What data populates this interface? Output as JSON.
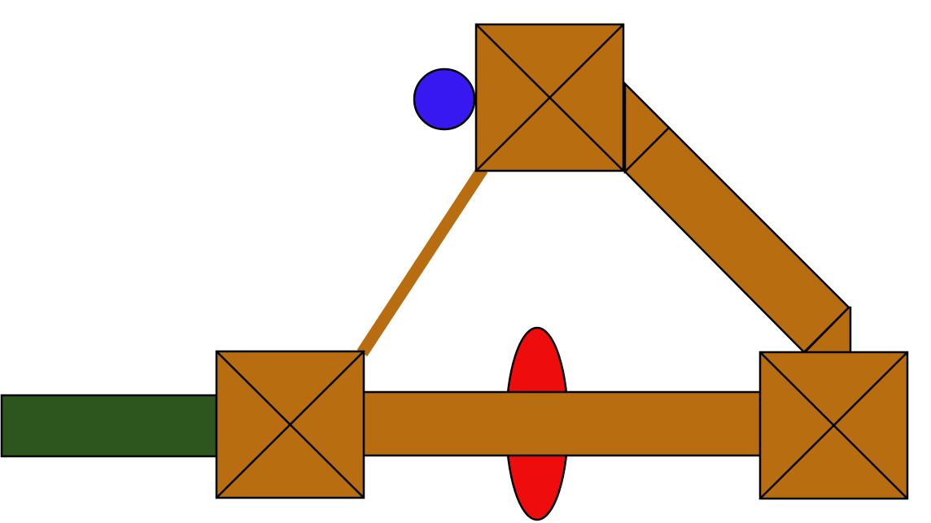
{
  "scene": {
    "type": "physics-puzzle-game",
    "background": "#ffffff"
  },
  "colors": {
    "wood": "#b86d10",
    "ground": "#2d561e",
    "ball": "#3718f0",
    "wheel": "#ee0c0c",
    "outline": "#000000"
  },
  "objects": {
    "ground_block": {
      "kind": "static-ground",
      "color": "#2d561e"
    },
    "crates": [
      {
        "id": "crate-bottom-left",
        "kind": "wooden-crate",
        "mark": "x-cross"
      },
      {
        "id": "crate-top",
        "kind": "wooden-crate",
        "mark": "x-cross"
      },
      {
        "id": "crate-bottom-right",
        "kind": "wooden-crate",
        "mark": "x-cross"
      }
    ],
    "beams": [
      {
        "id": "beam-bottom",
        "kind": "wooden-plank"
      },
      {
        "id": "beam-right-diagonal",
        "kind": "wooden-plank"
      },
      {
        "id": "rod-left-diagonal",
        "kind": "thin-wooden-rod"
      }
    ],
    "ball": {
      "kind": "blue-ball",
      "color": "#3718f0"
    },
    "wheel": {
      "kind": "red-wheel",
      "color": "#ee0c0c"
    }
  }
}
